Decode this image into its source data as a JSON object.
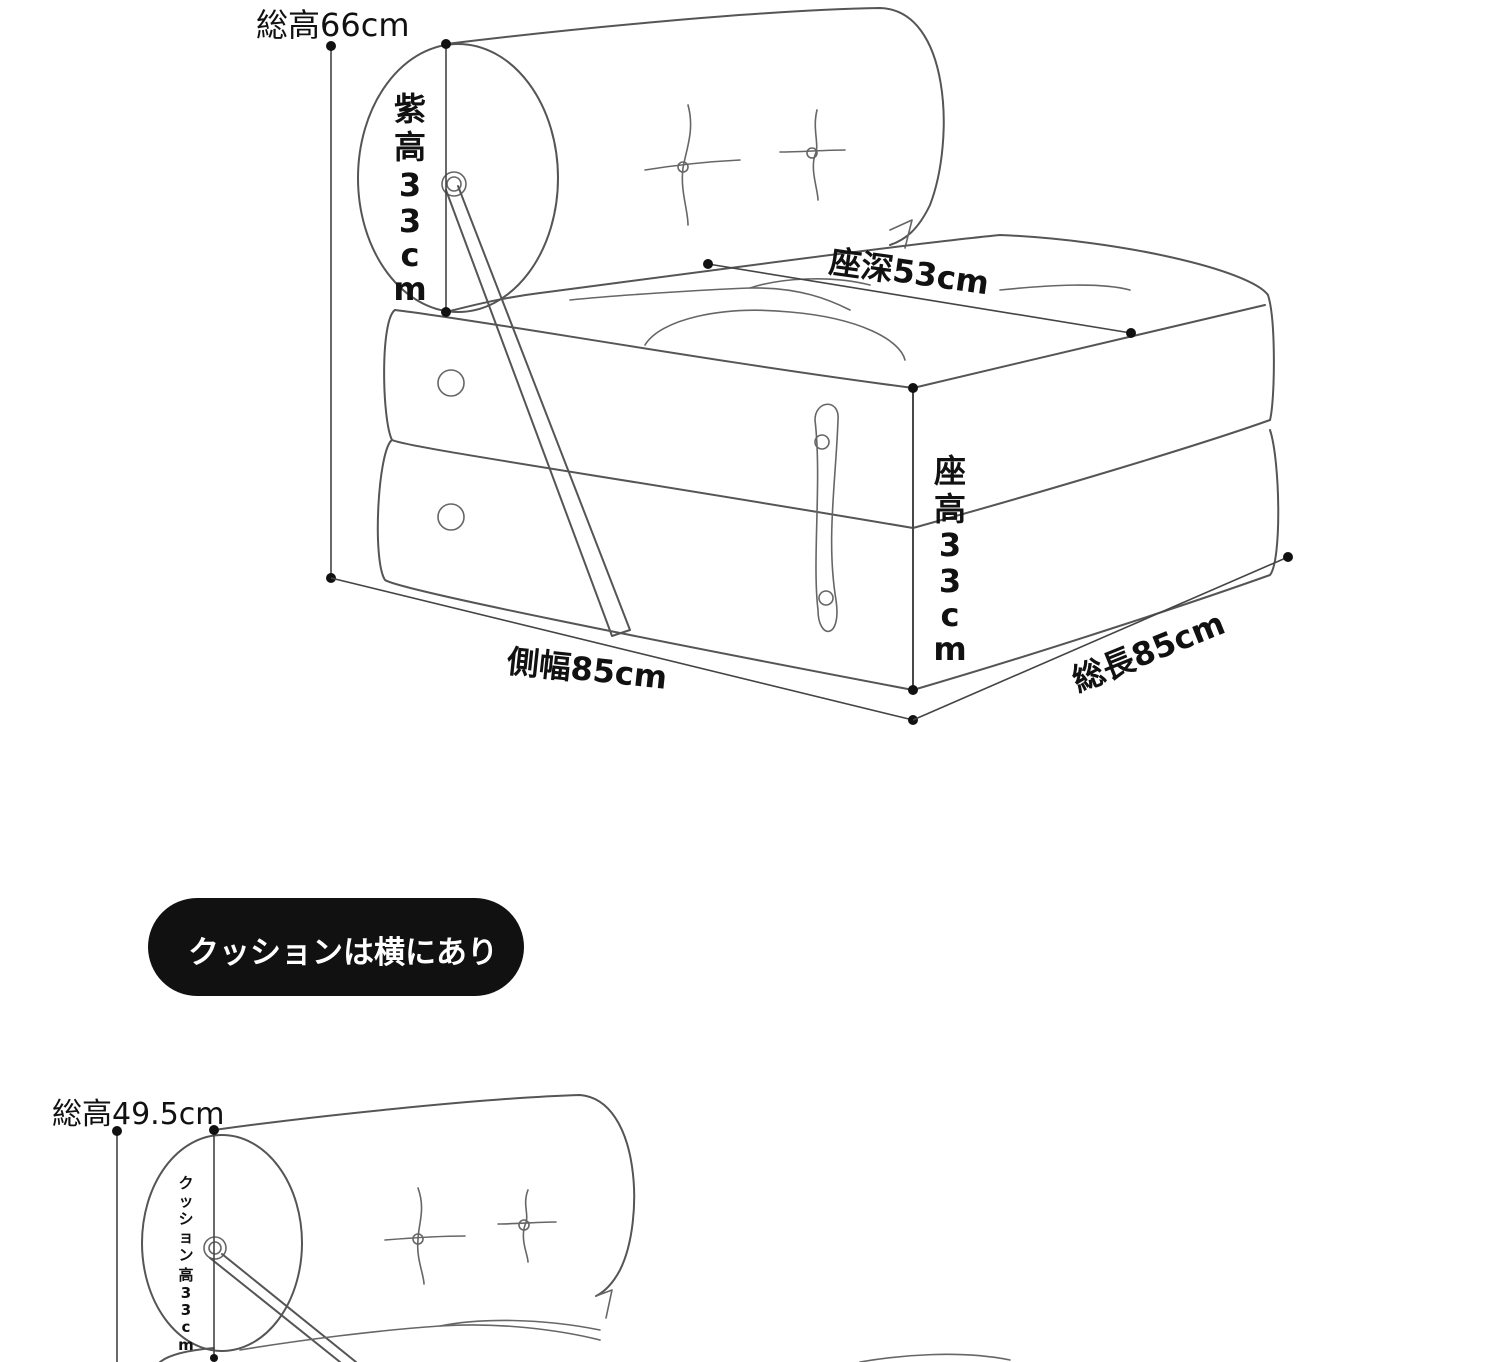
{
  "diagram1": {
    "total_height": "総高66cm",
    "bolster_height_chars": [
      "紫",
      "高",
      "3",
      "3",
      "c",
      "m"
    ],
    "seat_depth": "座深53cm",
    "seat_height_chars": [
      "座",
      "高",
      "3",
      "3",
      "c",
      "m"
    ],
    "side_width": "側幅85cm",
    "total_length": "総長85cm"
  },
  "badge": {
    "label": "クッションは横にあり",
    "color": "#111111"
  },
  "diagram2": {
    "total_height": "総高49.5cm",
    "cushion_height_chars": [
      "ク",
      "ッ",
      "シ",
      "ョ",
      "ン",
      "高",
      "3",
      "3",
      "c",
      "m"
    ]
  }
}
